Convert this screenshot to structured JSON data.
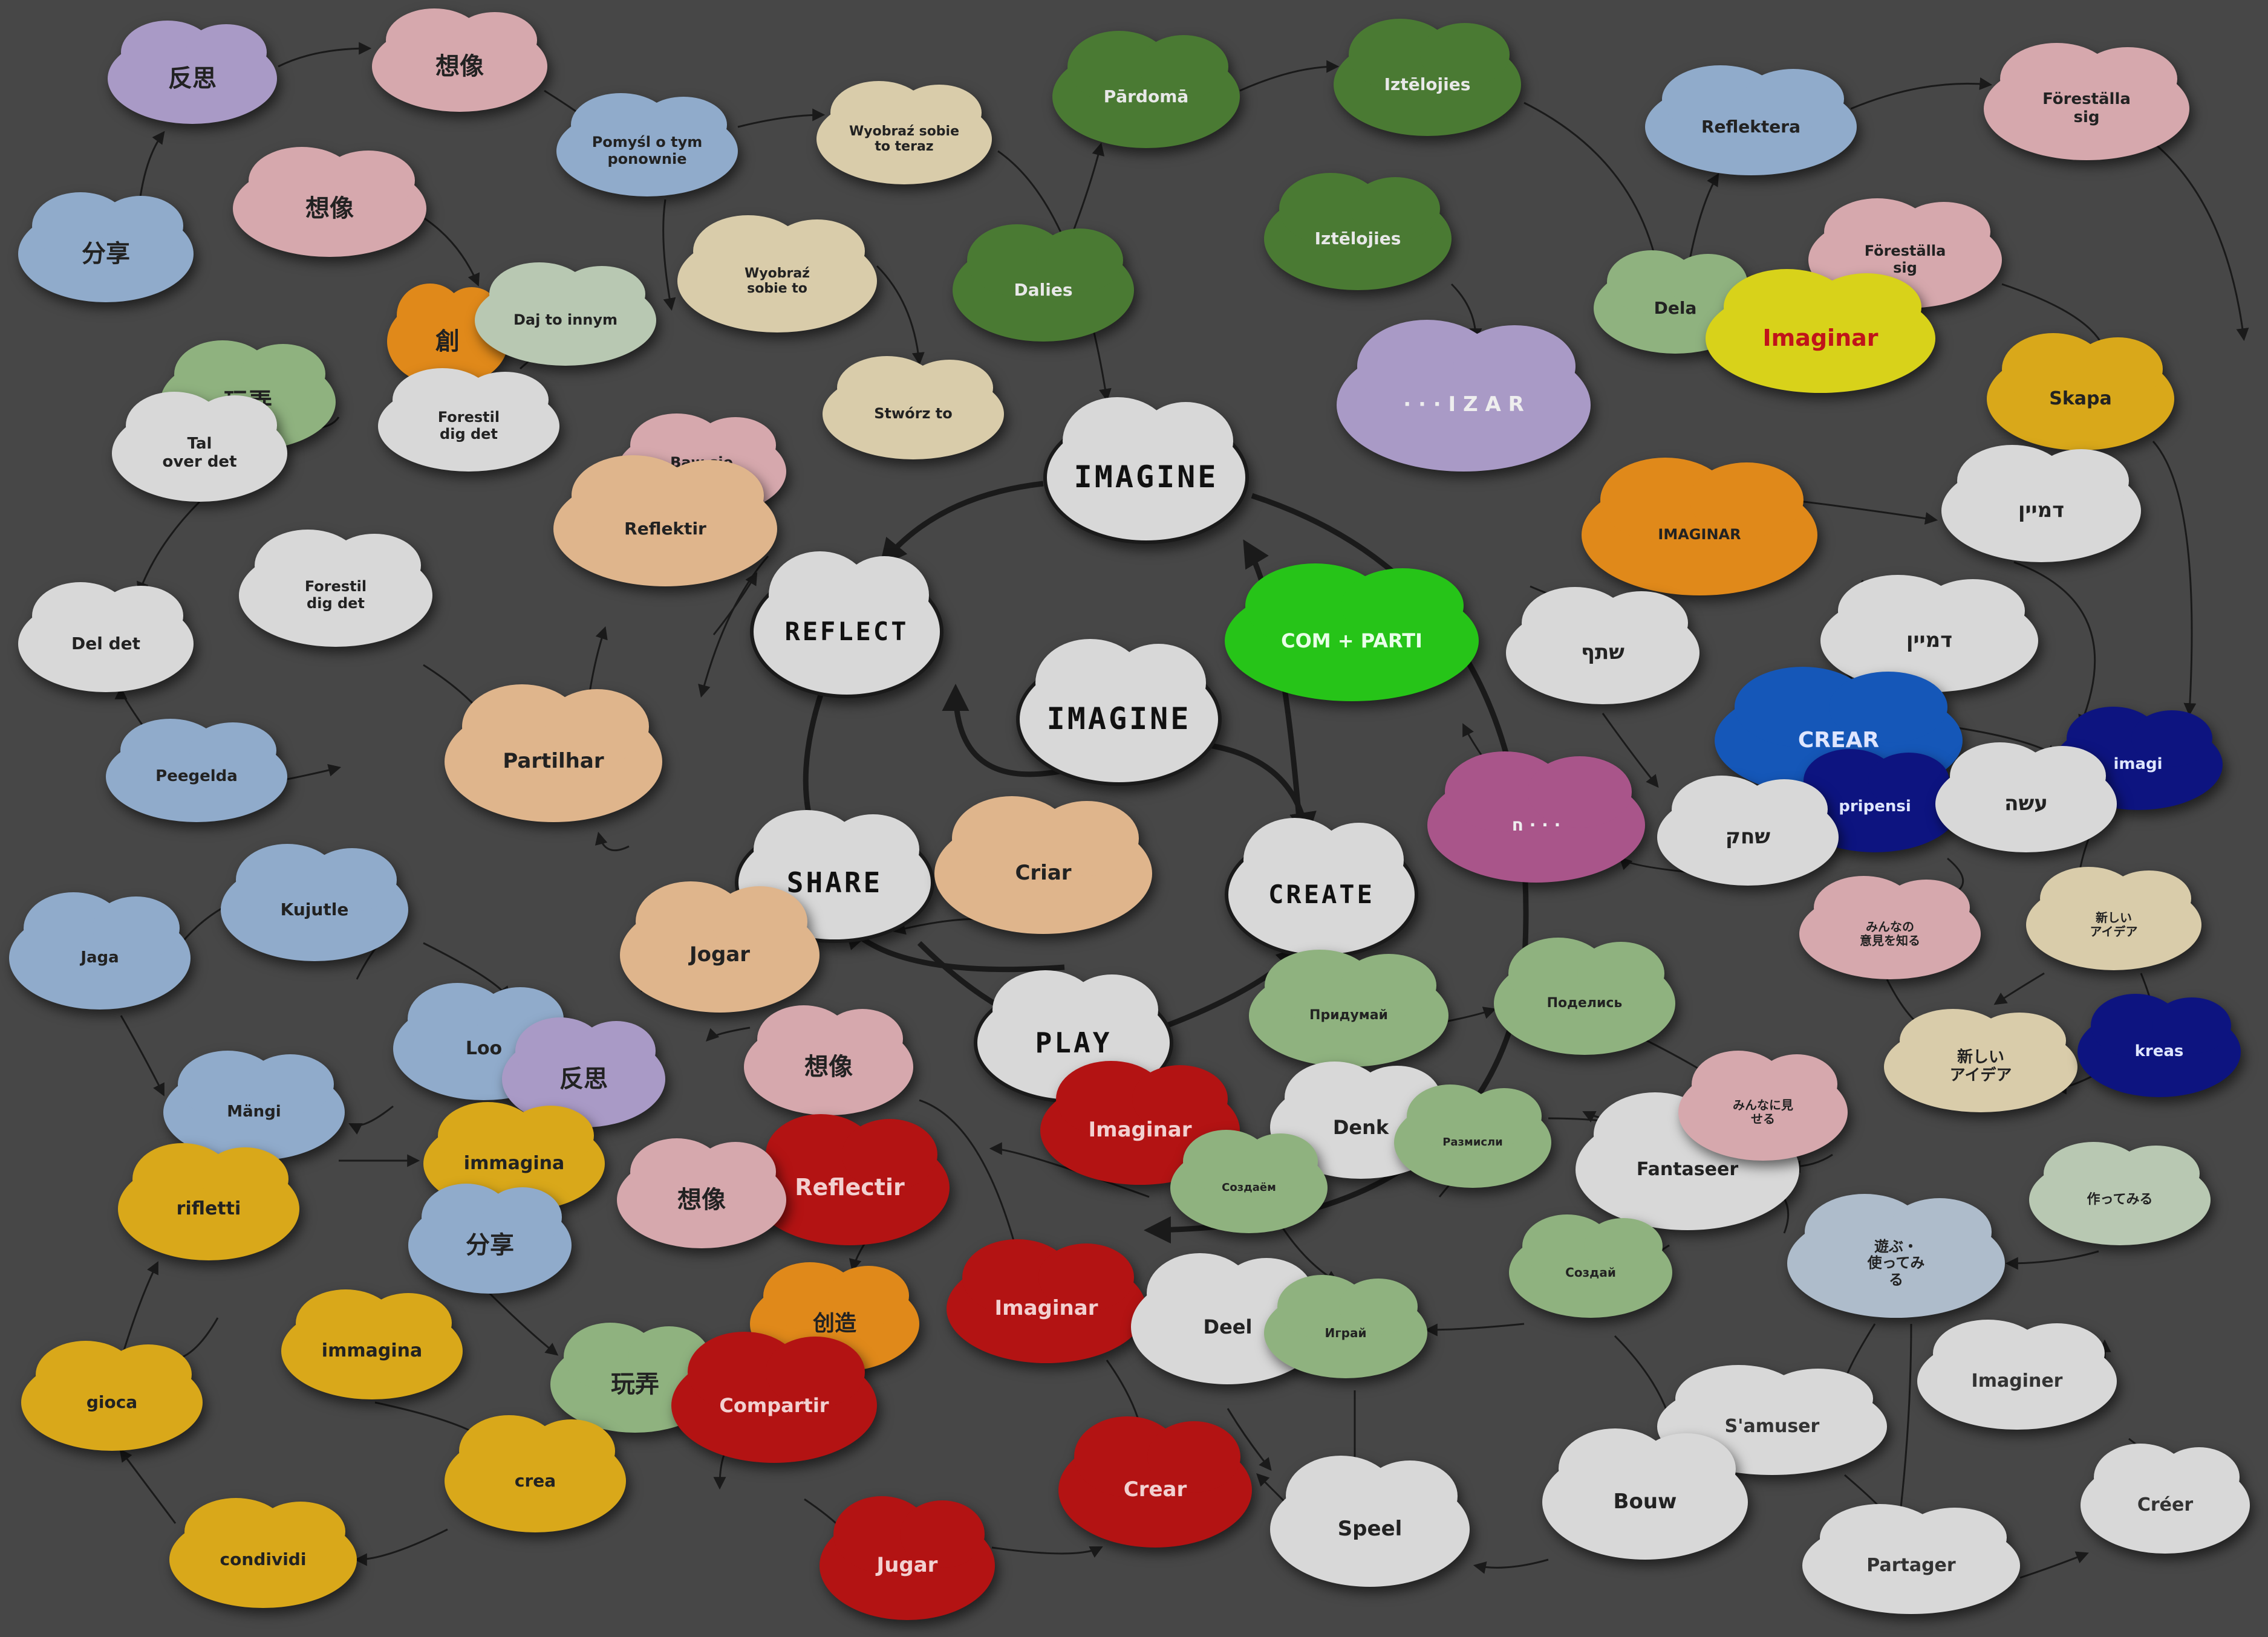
{
  "diagram": {
    "center_cycle": [
      "IMAGINE",
      "CREATE",
      "PLAY",
      "SHARE",
      "REFLECT"
    ],
    "top_word": "IMAGINE",
    "colors": {
      "background": "#474747",
      "white": "#d8d8d8",
      "violet": "#a99ac6",
      "pink": "#d6a8ad",
      "blue": "#90abcb",
      "green_light": "#8fb27f",
      "green_dark": "#4a7a33",
      "orange": "#e0891a",
      "tan": "#dfb58c",
      "beige": "#d9ccaa",
      "yellow": "#d9a81a",
      "red": "#b31313",
      "navy": "#0d1480",
      "royal": "#1557b8",
      "lime": "#26c418",
      "magenta": "#a9558a",
      "mint": "#b8c8b2",
      "lemon": "#d8d21a",
      "gray_blue": "#aebccb"
    }
  },
  "clouds": [
    {
      "id": "c1",
      "text": "反思",
      "color": "violet",
      "tc": "#222"
    },
    {
      "id": "c2",
      "text": "想像",
      "color": "pink",
      "tc": "#222"
    },
    {
      "id": "c3",
      "text": "Pomyśl o tym\nponownie",
      "color": "blue",
      "tc": "#222"
    },
    {
      "id": "c4",
      "text": "Wyobraź sobie\nto teraz",
      "color": "beige",
      "tc": "#222"
    },
    {
      "id": "c5",
      "text": "Pārdomā",
      "color": "green_dark",
      "tc": "#e8e8e8"
    },
    {
      "id": "c6",
      "text": "Iztēlojies",
      "color": "green_dark",
      "tc": "#e8e8e8"
    },
    {
      "id": "c7",
      "text": "Reflektera",
      "color": "blue",
      "tc": "#222"
    },
    {
      "id": "c8",
      "text": "Föreställa\nsig",
      "color": "pink",
      "tc": "#222"
    },
    {
      "id": "c9",
      "text": "分享",
      "color": "blue",
      "tc": "#222"
    },
    {
      "id": "c10",
      "text": "想像",
      "color": "pink",
      "tc": "#222"
    },
    {
      "id": "c11",
      "text": "Wyobraź\nsobie to",
      "color": "beige",
      "tc": "#222"
    },
    {
      "id": "c12",
      "text": "Dalies",
      "color": "green_dark",
      "tc": "#e8e8e8"
    },
    {
      "id": "c13",
      "text": "Iztēlojies",
      "color": "green_dark",
      "tc": "#e8e8e8"
    },
    {
      "id": "c14",
      "text": "Föreställa\nsig",
      "color": "pink",
      "tc": "#222"
    },
    {
      "id": "c15",
      "text": "創",
      "color": "orange",
      "tc": "#222"
    },
    {
      "id": "c16",
      "text": "Daj to innym",
      "color": "mint",
      "tc": "#222"
    },
    {
      "id": "c17",
      "text": "Dela",
      "color": "green_light",
      "tc": "#222"
    },
    {
      "id": "c18",
      "text": "Imaginar",
      "color": "lemon",
      "tc": "#c0141a"
    },
    {
      "id": "c19",
      "text": "Skapa",
      "color": "yellow",
      "tc": "#222"
    },
    {
      "id": "c20",
      "text": "玩弄",
      "color": "green_light",
      "tc": "#222"
    },
    {
      "id": "c21",
      "text": "Forestil\ndig det",
      "color": "white",
      "tc": "#222"
    },
    {
      "id": "c22",
      "text": "Stwórz to",
      "color": "beige",
      "tc": "#222"
    },
    {
      "id": "c23",
      "text": "· · · I Z A R",
      "color": "violet",
      "tc": "#eeeeee"
    },
    {
      "id": "c24",
      "text": "Tal\nover det",
      "color": "white",
      "tc": "#222"
    },
    {
      "id": "c25",
      "text": "Baw się\ntym",
      "color": "pink",
      "tc": "#222"
    },
    {
      "id": "c26",
      "text": "Reflektir",
      "color": "tan",
      "tc": "#222"
    },
    {
      "id": "c27",
      "text": "IMAGINE",
      "color": "white",
      "tc": "#111",
      "main": true
    },
    {
      "id": "c28",
      "text": "דמיין",
      "color": "white",
      "tc": "#222"
    },
    {
      "id": "c29",
      "text": "IMAGINAR",
      "color": "orange",
      "tc": "#222"
    },
    {
      "id": "c30",
      "text": "Forestil\ndig det",
      "color": "white",
      "tc": "#222"
    },
    {
      "id": "c31",
      "text": "REFLECT",
      "color": "white",
      "tc": "#111",
      "main": true
    },
    {
      "id": "c32",
      "text": "COM + PARTI",
      "color": "lime",
      "tc": "#e8ffe8"
    },
    {
      "id": "c33",
      "text": "שתף",
      "color": "white",
      "tc": "#222"
    },
    {
      "id": "c34",
      "text": "דמיין",
      "color": "white",
      "tc": "#222"
    },
    {
      "id": "c35",
      "text": "Del det",
      "color": "white",
      "tc": "#222"
    },
    {
      "id": "c36",
      "text": "IMAGINE",
      "color": "white",
      "tc": "#111",
      "main": true
    },
    {
      "id": "c37",
      "text": "Partilhar",
      "color": "tan",
      "tc": "#222"
    },
    {
      "id": "c38",
      "text": "CREAR",
      "color": "royal",
      "tc": "#dfe6ff"
    },
    {
      "id": "c39",
      "text": "imagi",
      "color": "navy",
      "tc": "#dfe6ff"
    },
    {
      "id": "c40",
      "text": "Peegelda",
      "color": "blue",
      "tc": "#222"
    },
    {
      "id": "c41",
      "text": "pripensi",
      "color": "navy",
      "tc": "#dfe6ff"
    },
    {
      "id": "c42",
      "text": "עשה",
      "color": "white",
      "tc": "#222"
    },
    {
      "id": "c43",
      "text": "ח · · ·",
      "color": "magenta",
      "tc": "#eeeeee"
    },
    {
      "id": "c44",
      "text": "שחק",
      "color": "white",
      "tc": "#222"
    },
    {
      "id": "c45",
      "text": "Kujutle",
      "color": "blue",
      "tc": "#222"
    },
    {
      "id": "c46",
      "text": "SHARE",
      "color": "white",
      "tc": "#111",
      "main": true
    },
    {
      "id": "c47",
      "text": "Criar",
      "color": "tan",
      "tc": "#222"
    },
    {
      "id": "c48",
      "text": "CREATE",
      "color": "white",
      "tc": "#111",
      "main": true
    },
    {
      "id": "c49",
      "text": "みんなの\n意見を知る",
      "color": "pink",
      "tc": "#222"
    },
    {
      "id": "c50",
      "text": "新しい\nアイデア",
      "color": "beige",
      "tc": "#222"
    },
    {
      "id": "c51",
      "text": "Jaga",
      "color": "blue",
      "tc": "#222"
    },
    {
      "id": "c52",
      "text": "Jogar",
      "color": "tan",
      "tc": "#222"
    },
    {
      "id": "c53",
      "text": "Придумай",
      "color": "green_light",
      "tc": "#222"
    },
    {
      "id": "c54",
      "text": "Поделись",
      "color": "green_light",
      "tc": "#222"
    },
    {
      "id": "c55",
      "text": "Loo",
      "color": "blue",
      "tc": "#222"
    },
    {
      "id": "c56",
      "text": "反思",
      "color": "violet",
      "tc": "#222"
    },
    {
      "id": "c57",
      "text": "想像",
      "color": "pink",
      "tc": "#222"
    },
    {
      "id": "c58",
      "text": "PLAY",
      "color": "white",
      "tc": "#111",
      "main": true
    },
    {
      "id": "c59",
      "text": "新しい\nアイデア",
      "color": "beige",
      "tc": "#222"
    },
    {
      "id": "c60",
      "text": "kreas",
      "color": "navy",
      "tc": "#dfe6ff"
    },
    {
      "id": "c61",
      "text": "Mängi",
      "color": "blue",
      "tc": "#222"
    },
    {
      "id": "c62",
      "text": "Imaginar",
      "color": "red",
      "tc": "#f2d0d0"
    },
    {
      "id": "c63",
      "text": "Denk",
      "color": "white",
      "tc": "#222"
    },
    {
      "id": "c64",
      "text": "Fantaseer",
      "color": "white",
      "tc": "#222"
    },
    {
      "id": "c65",
      "text": "みんなに見\nせる",
      "color": "pink",
      "tc": "#222"
    },
    {
      "id": "c66",
      "text": "immagina",
      "color": "yellow",
      "tc": "#222"
    },
    {
      "id": "c67",
      "text": "rifletti",
      "color": "yellow",
      "tc": "#222"
    },
    {
      "id": "c68",
      "text": "Reflectir",
      "color": "red",
      "tc": "#f2d0d0"
    },
    {
      "id": "c69",
      "text": "Создаём",
      "color": "green_light",
      "tc": "#222"
    },
    {
      "id": "c70",
      "text": "Размисли",
      "color": "green_light",
      "tc": "#222"
    },
    {
      "id": "c71",
      "text": "作ってみる",
      "color": "mint",
      "tc": "#222"
    },
    {
      "id": "c72",
      "text": "分享",
      "color": "blue",
      "tc": "#222"
    },
    {
      "id": "c73",
      "text": "想像",
      "color": "pink",
      "tc": "#222"
    },
    {
      "id": "c74",
      "text": "遊ぶ・\n使ってみ\nる",
      "color": "gray_blue",
      "tc": "#222"
    },
    {
      "id": "c75",
      "text": "Imaginar",
      "color": "red",
      "tc": "#f2d0d0"
    },
    {
      "id": "c76",
      "text": "创造",
      "color": "orange",
      "tc": "#222"
    },
    {
      "id": "c77",
      "text": "Deel",
      "color": "white",
      "tc": "#222"
    },
    {
      "id": "c78",
      "text": "Играй",
      "color": "green_light",
      "tc": "#222"
    },
    {
      "id": "c79",
      "text": "Создай",
      "color": "green_light",
      "tc": "#222"
    },
    {
      "id": "c80",
      "text": "immagina",
      "color": "yellow",
      "tc": "#222"
    },
    {
      "id": "c81",
      "text": "玩弄",
      "color": "green_light",
      "tc": "#222"
    },
    {
      "id": "c82",
      "text": "Compartir",
      "color": "red",
      "tc": "#f2d0d0"
    },
    {
      "id": "c83",
      "text": "Imaginer",
      "color": "white",
      "tc": "#333"
    },
    {
      "id": "c84",
      "text": "gioca",
      "color": "yellow",
      "tc": "#222"
    },
    {
      "id": "c85",
      "text": "S'amuser",
      "color": "white",
      "tc": "#333"
    },
    {
      "id": "c86",
      "text": "crea",
      "color": "yellow",
      "tc": "#222"
    },
    {
      "id": "c87",
      "text": "Crear",
      "color": "red",
      "tc": "#f2d0d0"
    },
    {
      "id": "c88",
      "text": "Bouw",
      "color": "white",
      "tc": "#222"
    },
    {
      "id": "c89",
      "text": "Créer",
      "color": "white",
      "tc": "#333"
    },
    {
      "id": "c90",
      "text": "Speel",
      "color": "white",
      "tc": "#222"
    },
    {
      "id": "c91",
      "text": "condividi",
      "color": "yellow",
      "tc": "#222"
    },
    {
      "id": "c92",
      "text": "Jugar",
      "color": "red",
      "tc": "#f2d0d0"
    },
    {
      "id": "c93",
      "text": "Partager",
      "color": "white",
      "tc": "#333"
    }
  ]
}
